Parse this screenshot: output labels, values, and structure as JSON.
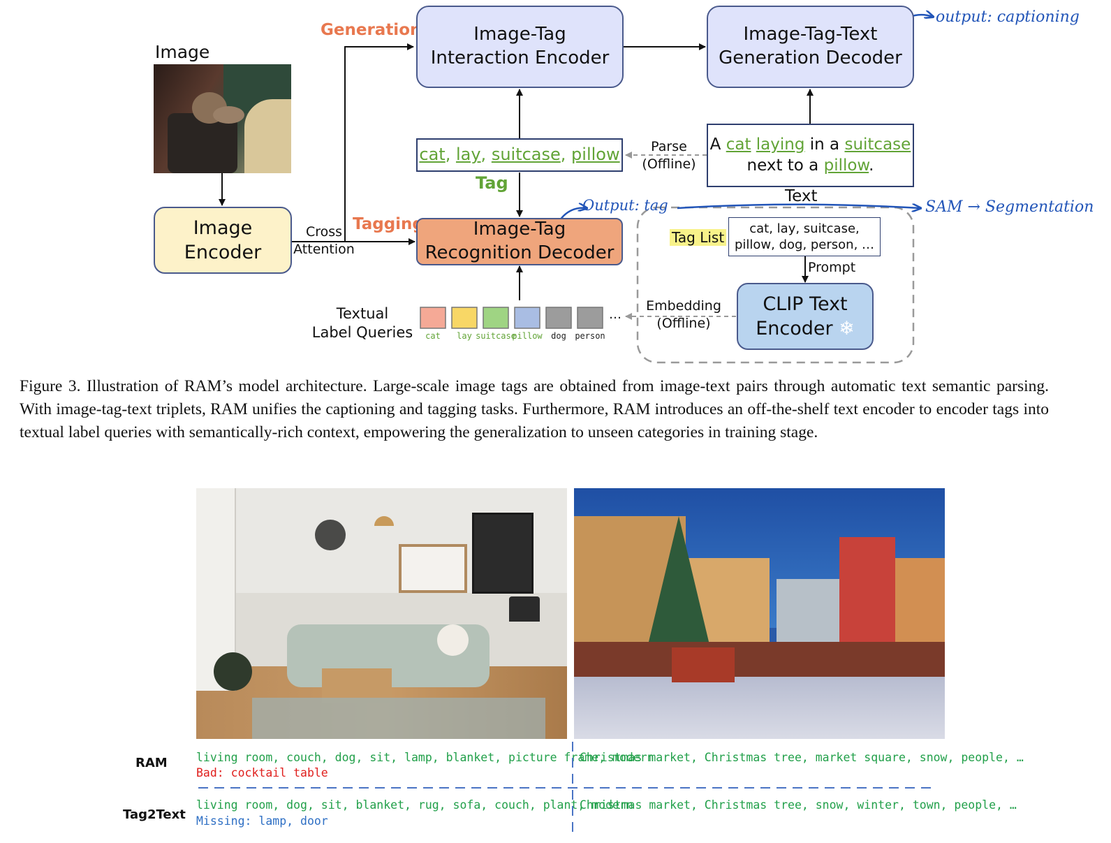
{
  "figure": {
    "image_label": "Image",
    "generation_label": "Generation",
    "tagging_label": "Tagging",
    "tag_label": "Tag",
    "text_label": "Text",
    "cross_attention_line1": "Cross",
    "cross_attention_line2": "Attention",
    "parse_line1": "Parse",
    "parse_line2": "(Offline)",
    "embedding_line1": "Embedding",
    "embedding_line2": "(Offline)",
    "prompt_label": "Prompt",
    "tag_list_label": "Tag List",
    "image_encoder_line1": "Image",
    "image_encoder_line2": "Encoder",
    "interaction_encoder_line1": "Image-Tag",
    "interaction_encoder_line2": "Interaction Encoder",
    "generation_decoder_line1": "Image-Tag-Text",
    "generation_decoder_line2": "Generation Decoder",
    "recognition_decoder_line1": "Image-Tag",
    "recognition_decoder_line2": "Recognition Decoder",
    "clip_line1": "CLIP Text",
    "clip_line2": "Encoder",
    "snowflake": "❄",
    "tags": [
      "cat",
      "lay",
      "suitcase",
      "pillow"
    ],
    "tag_sep": ",",
    "sentence": {
      "w1": "A",
      "w2": "cat",
      "w3": "laying",
      "w4": "in a",
      "w5": "suitcase",
      "w6": "next to a",
      "w7": "pillow",
      "w8": "."
    },
    "tag_list_line1": "cat, lay, suitcase,",
    "tag_list_line2": "pillow, dog, person, …",
    "queries_line1": "Textual",
    "queries_line2": "Label Queries",
    "query_labels": [
      "cat",
      "lay",
      "suitcase",
      "pillow",
      "dog",
      "person"
    ],
    "query_colors": [
      "#f5a996",
      "#f8d766",
      "#9fd483",
      "#a9bde3",
      "#9c9c9c",
      "#9c9c9c"
    ],
    "query_label_colors": [
      "#62a437",
      "#62a437",
      "#62a437",
      "#62a437",
      "#222222",
      "#222222"
    ],
    "ellipsis": "…",
    "annot_caption": "output: captioning",
    "annot_tag": "Output: tag",
    "annot_sam": "SAM → Segmentation"
  },
  "caption": "Figure 3. Illustration of RAM’s model architecture. Large-scale image tags are obtained from image-text pairs through automatic text semantic parsing. With image-tag-text triplets, RAM unifies the captioning and tagging tasks. Furthermore, RAM introduces an off-the-shelf text encoder to encoder tags into textual label queries with semantically-rich context, empowering the generalization to unseen categories in training stage.",
  "comparison": {
    "ram_label": "RAM",
    "tag2text_label": "Tag2Text",
    "ram_left": "living room, couch, dog, sit, lamp, blanket, picture frame, modern",
    "ram_left_bad": "Bad: cocktail table",
    "ram_right": "Christmas market, Christmas tree, market square, snow, people, …",
    "t2t_left": "living room, dog, sit, blanket, rug, sofa, couch, plant, modern",
    "t2t_left_missing": "Missing: lamp, door",
    "t2t_right": "Christmas market, Christmas tree, snow, winter, town, people, …"
  }
}
